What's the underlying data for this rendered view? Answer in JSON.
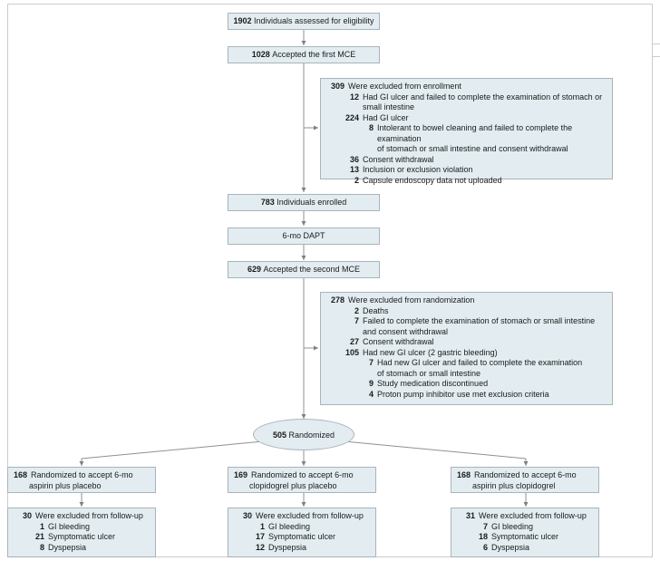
{
  "assessed": {
    "num": "1902",
    "label": "Individuals assessed for eligibility"
  },
  "first_mce": {
    "num": "1028",
    "label": "Accepted the first MCE"
  },
  "excl_enroll": [
    {
      "num": "309",
      "label": "Were excluded from enrollment",
      "lvl": 0
    },
    {
      "num": "12",
      "label": "Had GI ulcer and failed to complete the  examination of stomach or",
      "lvl": 1
    },
    {
      "num": "",
      "label": "small intestine",
      "lvl": 1
    },
    {
      "num": "224",
      "label": "Had GI ulcer",
      "lvl": 1
    },
    {
      "num": "8",
      "label": "Intolerant to bowel cleaning and failed to complete the examination",
      "lvl": 2
    },
    {
      "num": "",
      "label": "of stomach or small intestine and consent withdrawal",
      "lvl": 2
    },
    {
      "num": "36",
      "label": "Consent withdrawal",
      "lvl": 1
    },
    {
      "num": "13",
      "label": "Inclusion or exclusion violation",
      "lvl": 1
    },
    {
      "num": "2",
      "label": "Capsule endoscopy data not uploaded",
      "lvl": 1
    }
  ],
  "enrolled": {
    "num": "783",
    "label": "Individuals enrolled"
  },
  "dapt": {
    "label": "6-mo DAPT"
  },
  "second_mce": {
    "num": "629",
    "label": "Accepted the second MCE"
  },
  "excl_random": [
    {
      "num": "278",
      "label": "Were excluded from randomization",
      "lvl": 0
    },
    {
      "num": "2",
      "label": "Deaths",
      "lvl": 1
    },
    {
      "num": "7",
      "label": "Failed to complete the examination of stomach or small intestine",
      "lvl": 1
    },
    {
      "num": "",
      "label": "and consent withdrawal",
      "lvl": 1
    },
    {
      "num": "27",
      "label": "Consent withdrawal",
      "lvl": 1
    },
    {
      "num": "105",
      "label": "Had new GI ulcer (2 gastric bleeding)",
      "lvl": 1
    },
    {
      "num": "7",
      "label": "Had new GI ulcer and failed to complete the examination",
      "lvl": 2
    },
    {
      "num": "",
      "label": "of stomach or small intestine",
      "lvl": 2
    },
    {
      "num": "9",
      "label": "Study medication discontinued",
      "lvl": 2
    },
    {
      "num": "4",
      "label": "Proton pump inhibitor use met exclusion criteria",
      "lvl": 2
    }
  ],
  "randomized": {
    "num": "505",
    "label": "Randomized"
  },
  "arms": [
    {
      "num": "168",
      "line1": "Randomized to accept 6-mo",
      "line2": "aspirin plus placebo",
      "excl": [
        {
          "num": "30",
          "label": "Were excluded from follow-up",
          "lvl": 0
        },
        {
          "num": "1",
          "label": "GI bleeding",
          "lvl": 1
        },
        {
          "num": "21",
          "label": "Symptomatic ulcer",
          "lvl": 1
        },
        {
          "num": "8",
          "label": "Dyspepsia",
          "lvl": 1
        }
      ]
    },
    {
      "num": "169",
      "line1": "Randomized to accept 6-mo",
      "line2": "clopidogrel plus placebo",
      "excl": [
        {
          "num": "30",
          "label": "Were excluded from follow-up",
          "lvl": 0
        },
        {
          "num": "1",
          "label": "GI bleeding",
          "lvl": 1
        },
        {
          "num": "17",
          "label": "Symptomatic ulcer",
          "lvl": 1
        },
        {
          "num": "12",
          "label": "Dyspepsia",
          "lvl": 1
        }
      ]
    },
    {
      "num": "168",
      "line1": "Randomized to accept 6-mo",
      "line2": "aspirin plus clopidogrel",
      "excl": [
        {
          "num": "31",
          "label": "Were excluded from follow-up",
          "lvl": 0
        },
        {
          "num": "7",
          "label": "GI bleeding",
          "lvl": 1
        },
        {
          "num": "18",
          "label": "Symptomatic ulcer",
          "lvl": 1
        },
        {
          "num": "6",
          "label": "Dyspepsia",
          "lvl": 1
        }
      ]
    }
  ]
}
